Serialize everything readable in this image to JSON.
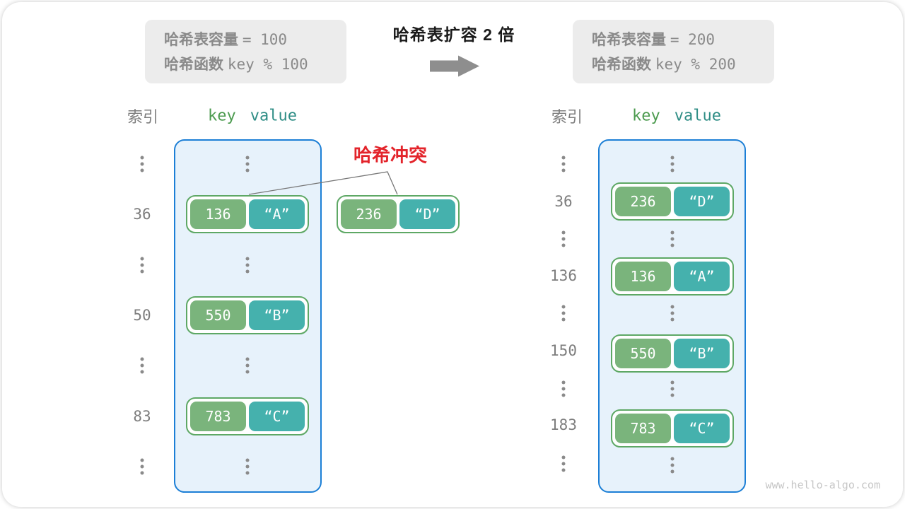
{
  "colors": {
    "key-green": "#7ab47c",
    "value-teal": "#45b1ad",
    "pair-border": "#5ea865",
    "bucket-fill": "#e7f2fb",
    "bucket-border": "#1c7fd6",
    "collision-red": "#e3242b",
    "muted": "#8a8a8a",
    "index-gray": "#7d7d7d",
    "header-key-green": "#4c9b4f",
    "header-value-teal": "#2e8d85",
    "arrow-gray": "#8e8e8e",
    "infobox-bg": "#ececec",
    "watermark-gray": "#c6c6c6",
    "line-gray": "#777777"
  },
  "before": {
    "info": {
      "line1_label": "哈希表容量",
      "line1_value": "= 100",
      "line2_label": "哈希函数",
      "line2_value": "key % 100"
    },
    "header": {
      "index": "索引",
      "key": "key",
      "value": "value"
    },
    "indices": [
      "36",
      "50",
      "83"
    ],
    "rows": [
      {
        "key": "136",
        "value": "“A”"
      },
      {
        "key": "550",
        "value": "“B”"
      },
      {
        "key": "783",
        "value": "“C”"
      }
    ]
  },
  "transition": {
    "title": "哈希表扩容 2 倍"
  },
  "collision": {
    "label": "哈希冲突",
    "pair": {
      "key": "236",
      "value": "“D”"
    }
  },
  "after": {
    "info": {
      "line1_label": "哈希表容量",
      "line1_value": "= 200",
      "line2_label": "哈希函数",
      "line2_value": "key % 200"
    },
    "header": {
      "index": "索引",
      "key": "key",
      "value": "value"
    },
    "indices": [
      "36",
      "136",
      "150",
      "183"
    ],
    "rows": [
      {
        "key": "236",
        "value": "“D”"
      },
      {
        "key": "136",
        "value": "“A”"
      },
      {
        "key": "550",
        "value": "“B”"
      },
      {
        "key": "783",
        "value": "“C”"
      }
    ]
  },
  "watermark": "www.hello-algo.com"
}
